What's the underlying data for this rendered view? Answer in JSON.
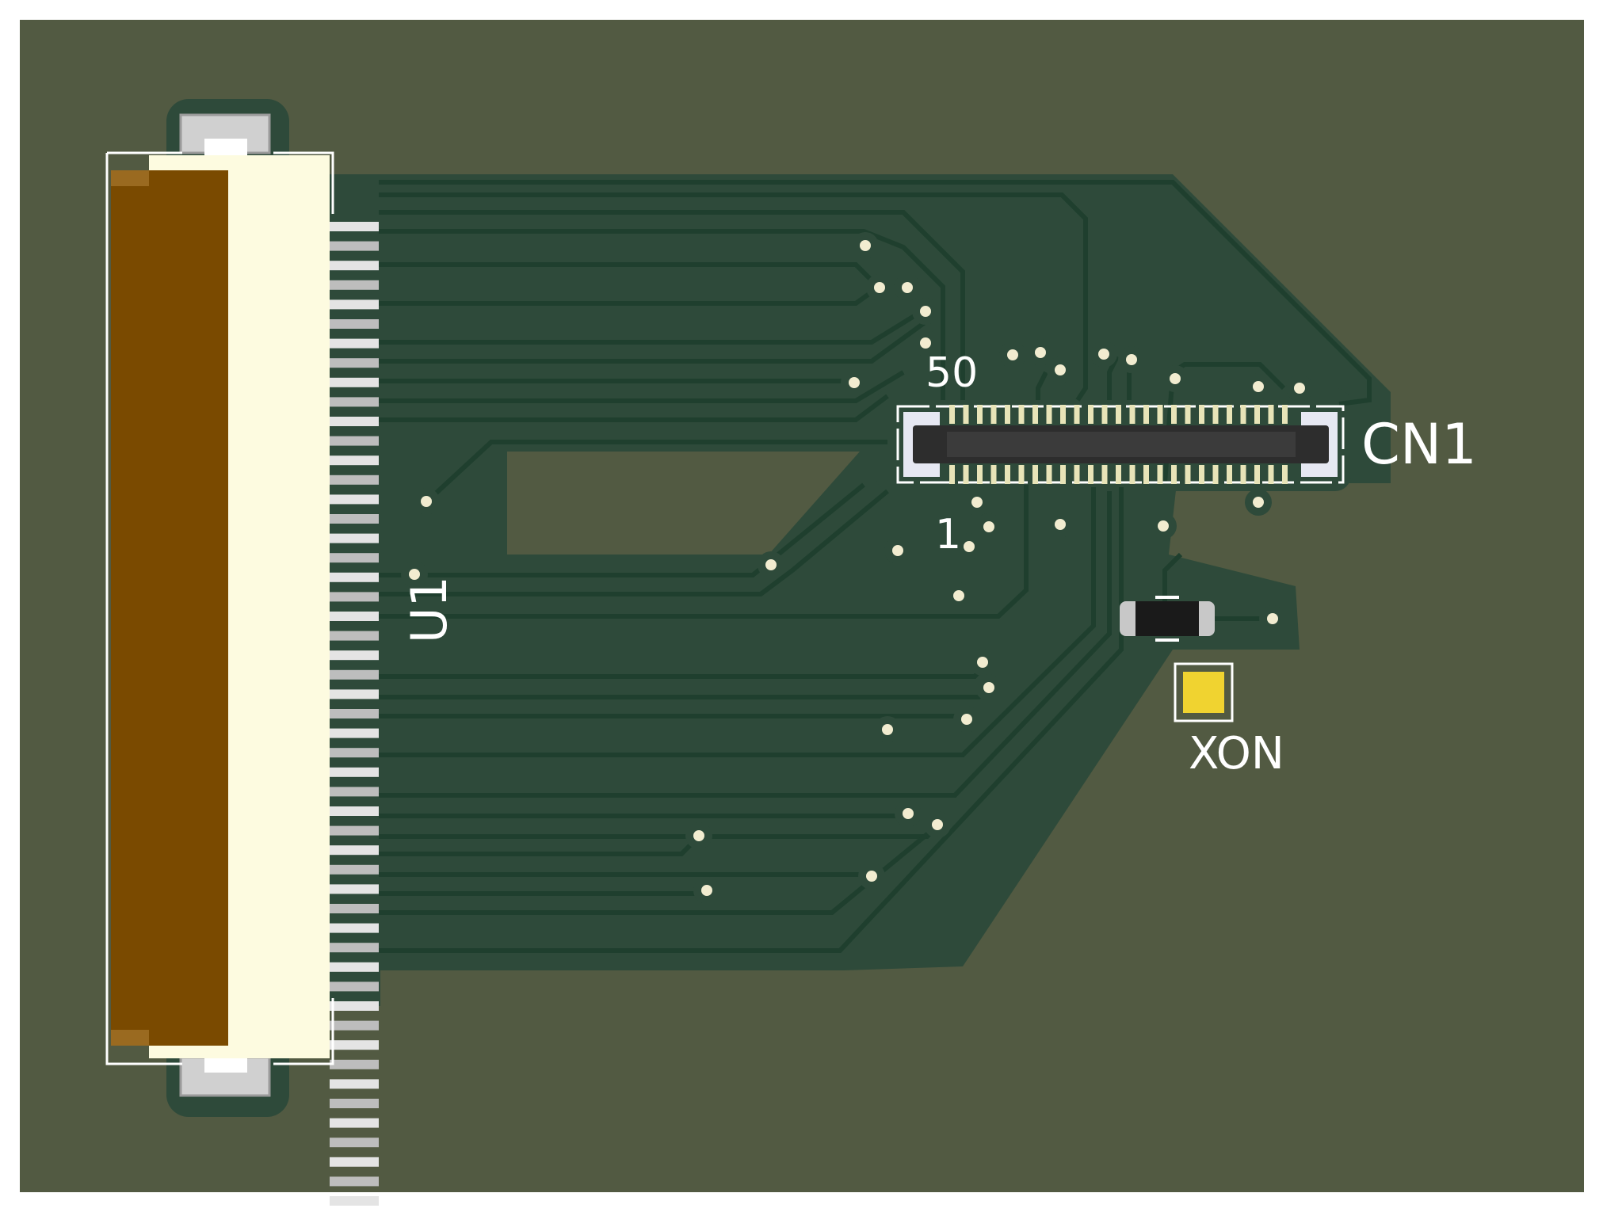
{
  "colors": {
    "background": "#ffffff",
    "substrate": "#525a42",
    "copper_pour": "#2e4a3a",
    "trace": "#1f3f2e",
    "trace_edge": "#8a7f55",
    "silkscreen": "#ffffff",
    "pad_silver": "#d8d8d8",
    "fpc_cream": "#fdfbe0",
    "fpc_actuator": "#7a4a00",
    "via": "#f2ecd0",
    "connector_body": "#2d2d2d",
    "gold_pad": "#f0d330",
    "resistor_body": "#1a1a1a"
  },
  "designators": {
    "cn1": "CN1",
    "u1": "U1",
    "xon": "XON",
    "pin_50": "50",
    "pin_1": "1"
  }
}
